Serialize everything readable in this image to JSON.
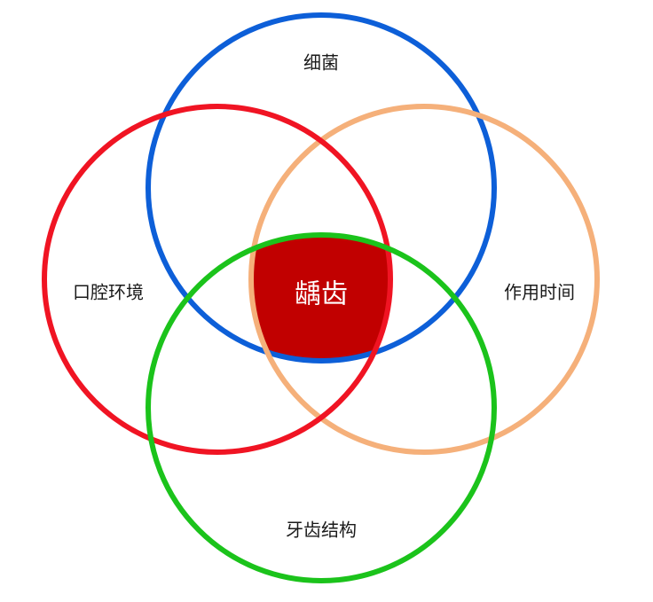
{
  "diagram": {
    "type": "venn",
    "circles": [
      {
        "id": "top",
        "label": "细菌",
        "color": "#0d5fd8"
      },
      {
        "id": "left",
        "label": "口腔环境",
        "color": "#f01423"
      },
      {
        "id": "right",
        "label": "作用时间",
        "color": "#f5b07a"
      },
      {
        "id": "bottom",
        "label": "牙齿结构",
        "color": "#1bc31b"
      }
    ],
    "intersection": {
      "label": "龋齿",
      "fill_color": "#c10000"
    }
  }
}
